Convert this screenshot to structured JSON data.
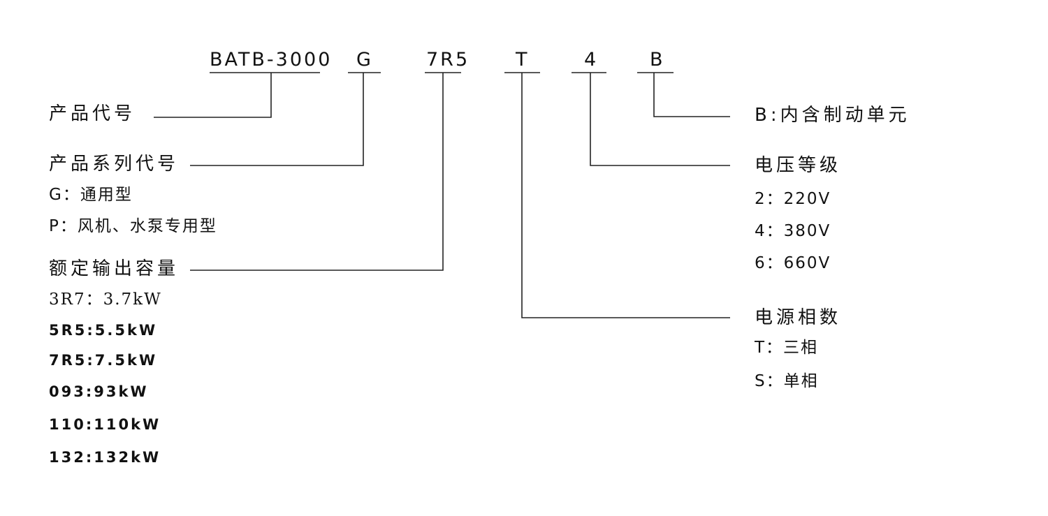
{
  "code_parts": [
    "BATB-3000",
    "G",
    "7R5",
    "T",
    "4",
    "B"
  ],
  "left": {
    "product_code": {
      "heading": "产品代号"
    },
    "series": {
      "heading": "产品系列代号",
      "items": [
        "G：通用型",
        "P：风机、水泵专用型"
      ]
    },
    "capacity": {
      "heading": "额定输出容量",
      "items": [
        "3R7：3.7kW",
        "5R5:5.5kW",
        "7R5:7.5kW",
        "093:93kW",
        "110:110kW",
        "132:132kW"
      ]
    }
  },
  "right": {
    "brake": {
      "heading": "B:内含制动单元"
    },
    "voltage": {
      "heading": "电压等级",
      "items": [
        "2：220V",
        "4：380V",
        "6：660V"
      ]
    },
    "phase": {
      "heading": "电源相数",
      "items": [
        "T：三相",
        "S：单相"
      ]
    }
  }
}
